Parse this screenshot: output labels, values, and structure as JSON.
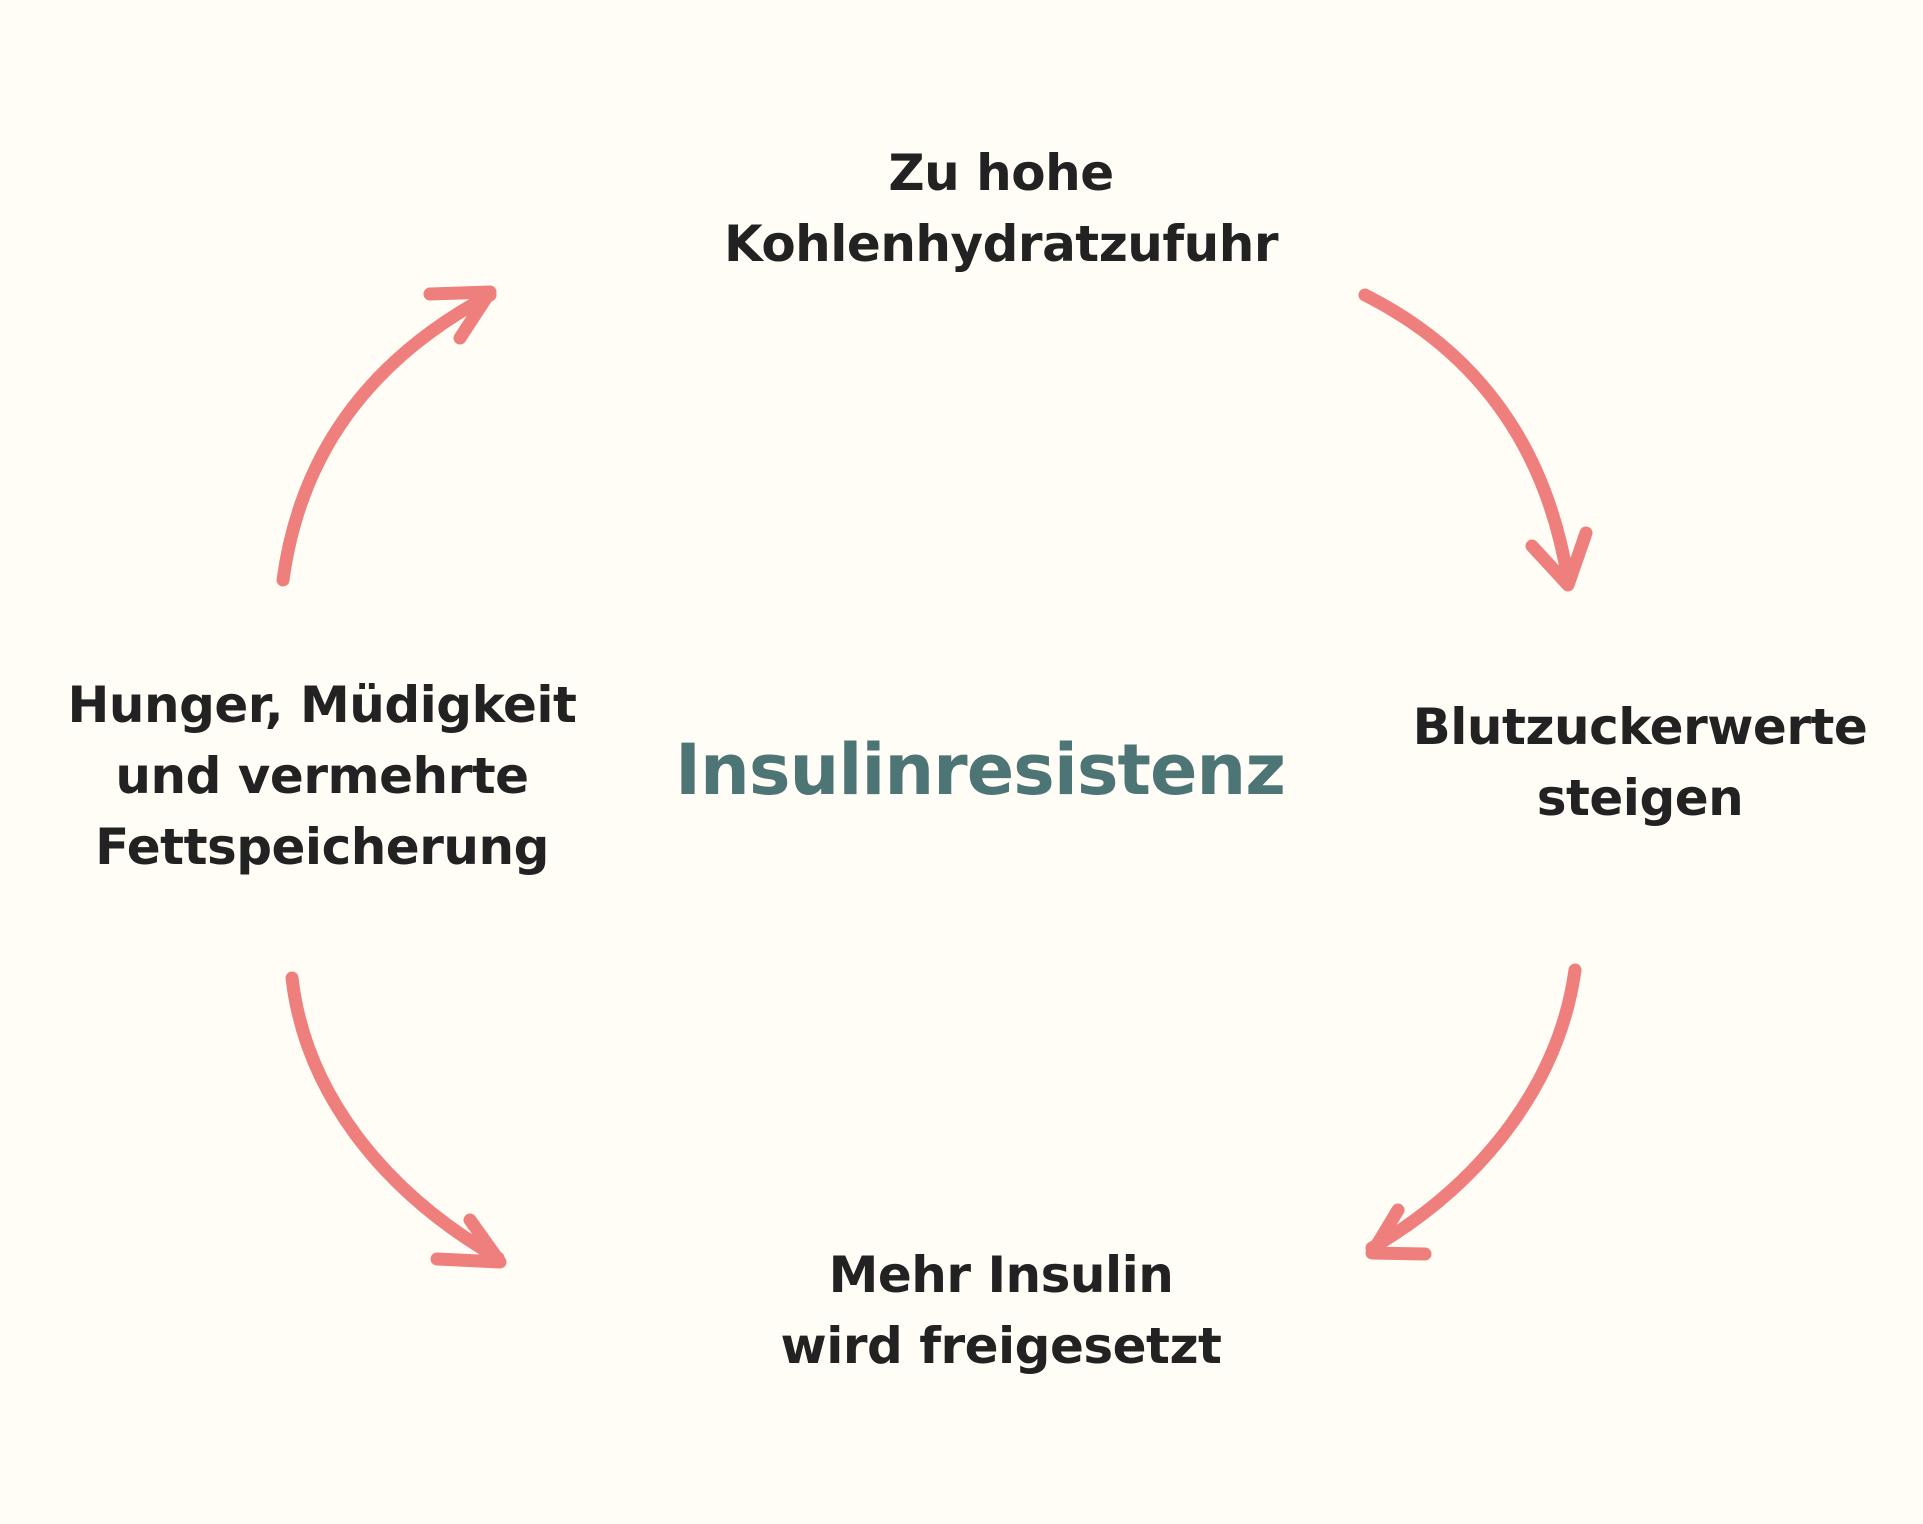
{
  "diagram": {
    "center_label": "Insulinresistenz",
    "nodes": {
      "top": {
        "lines": [
          "Zu hohe",
          "Kohlenhydratzufuhr"
        ]
      },
      "right": {
        "lines": [
          "Blutzuckerwerte",
          "steigen"
        ]
      },
      "bottom": {
        "lines": [
          "Mehr Insulin",
          "wird freigesetzt"
        ]
      },
      "left": {
        "lines": [
          "Hunger, Müdigkeit",
          "und vermehrte",
          "Fettspeicherung"
        ]
      }
    },
    "colors": {
      "background": "#fffdf6",
      "arrow": "#ef7f7c",
      "center_text": "#4e7575",
      "node_text": "#222222"
    }
  }
}
